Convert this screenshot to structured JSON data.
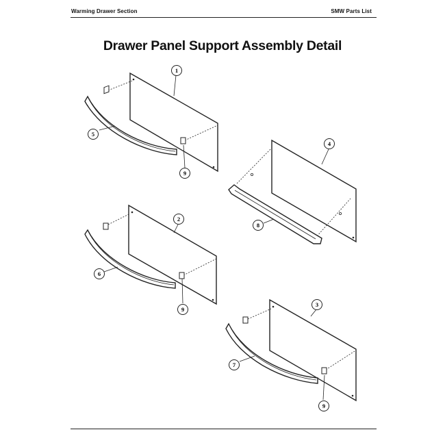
{
  "header": {
    "left": "Warming Drawer Section",
    "right": "SMW Parts List"
  },
  "footer": {
    "left": "",
    "right": ""
  },
  "title": "Drawer Panel Support Assembly Detail",
  "callouts": {
    "c1": "1",
    "c2": "2",
    "c3": "3",
    "c4": "4",
    "c5": "5",
    "c6": "6",
    "c7": "7",
    "c8": "8",
    "c9a": "9",
    "c9b": "9",
    "c9c": "9"
  }
}
